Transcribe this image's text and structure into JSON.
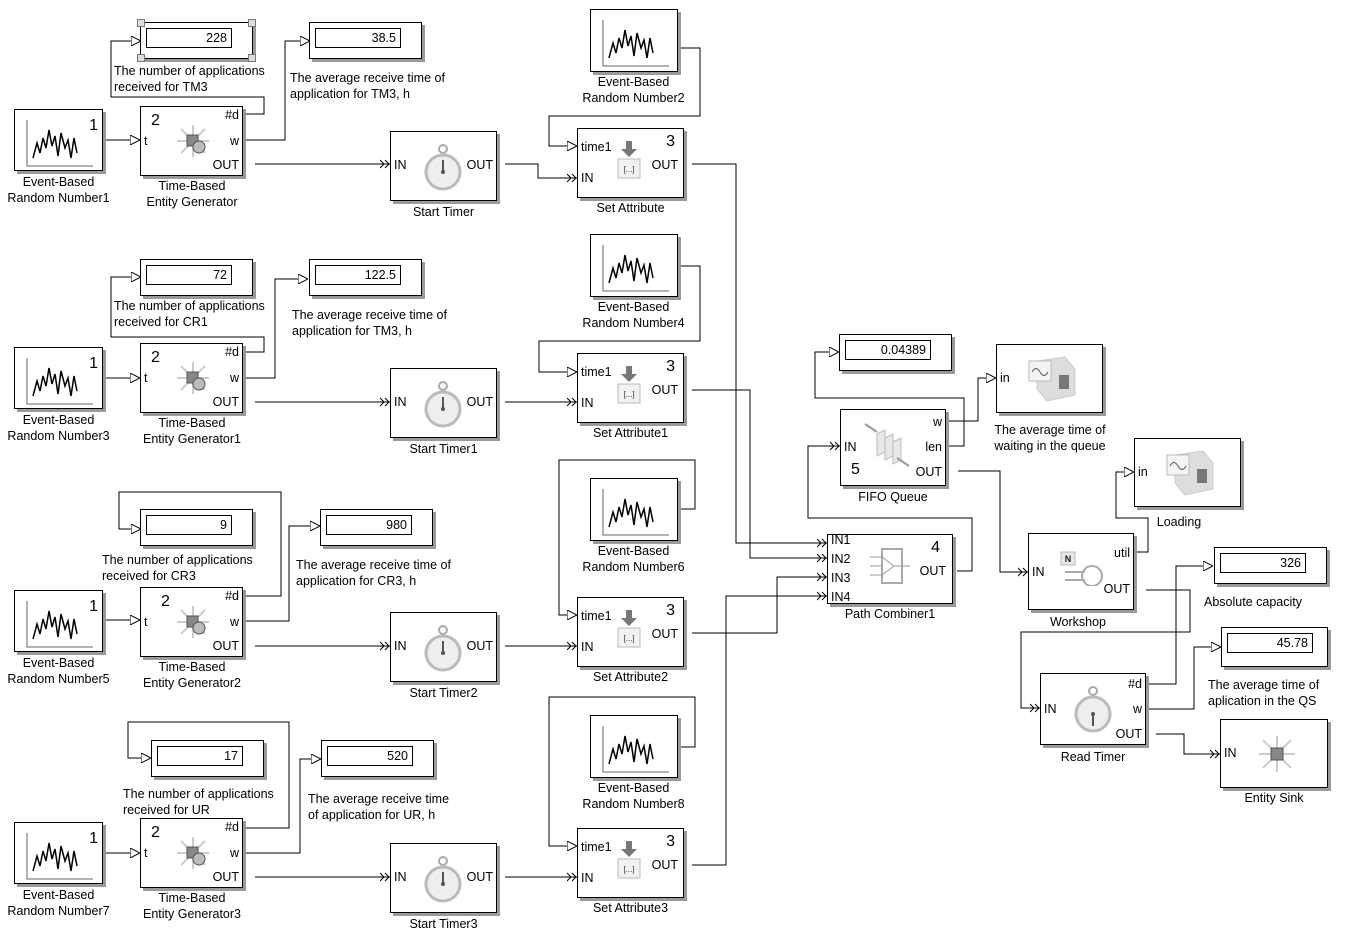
{
  "random_sources": [
    {
      "name": "Event-Based\nRandom Number1",
      "line1": "Event-Based",
      "line2": "Random Number1",
      "port_num": "1"
    },
    {
      "line1": "Event-Based",
      "line2": "Random Number3",
      "port_num": "1"
    },
    {
      "line1": "Event-Based",
      "line2": "Random Number5",
      "port_num": "1"
    },
    {
      "line1": "Event-Based",
      "line2": "Random Number7",
      "port_num": "1"
    },
    {
      "line1": "Event-Based",
      "line2": "Random Number2"
    },
    {
      "line1": "Event-Based",
      "line2": "Random Number4"
    },
    {
      "line1": "Event-Based",
      "line2": "Random Number6"
    },
    {
      "line1": "Event-Based",
      "line2": "Random Number8"
    }
  ],
  "generators": [
    {
      "line1": "Time-Based",
      "line2": "Entity Generator",
      "num": "2",
      "port_t": "t",
      "port_d": "#d",
      "port_w": "w",
      "port_out": "OUT"
    },
    {
      "line1": "Time-Based",
      "line2": "Entity Generator1",
      "num": "2",
      "port_t": "t",
      "port_d": "#d",
      "port_w": "w",
      "port_out": "OUT"
    },
    {
      "line1": "Time-Based",
      "line2": "Entity Generator2",
      "num": "2",
      "port_t": "t",
      "port_d": "#d",
      "port_w": "w",
      "port_out": "OUT"
    },
    {
      "line1": "Time-Based",
      "line2": "Entity Generator3",
      "num": "2",
      "port_t": "t",
      "port_d": "#d",
      "port_w": "w",
      "port_out": "OUT"
    }
  ],
  "count_displays": [
    {
      "value": "228",
      "line1": "The number of applications",
      "line2": "received for TM3"
    },
    {
      "value": "72",
      "line1": "The number of applications",
      "line2": "received for CR1"
    },
    {
      "value": "9",
      "line1": "The number of applications",
      "line2": "received for CR3"
    },
    {
      "value": "17",
      "line1": "The number of applications",
      "line2": "received for UR"
    }
  ],
  "time_displays": [
    {
      "value": "38.5",
      "line1": "The average receive time of",
      "line2": "application for TM3, h"
    },
    {
      "value": "122.5",
      "line1": "The average receive time of",
      "line2": "application for TM3, h"
    },
    {
      "value": "980",
      "line1": "The average receive time of",
      "line2": "application for CR3, h"
    },
    {
      "value": "520",
      "line1": "The average receive time",
      "line2": "of application for UR, h"
    }
  ],
  "start_timers": [
    {
      "label": "Start Timer",
      "port_in": "IN",
      "port_out": "OUT"
    },
    {
      "label": "Start Timer1",
      "port_in": "IN",
      "port_out": "OUT"
    },
    {
      "label": "Start Timer2",
      "port_in": "IN",
      "port_out": "OUT"
    },
    {
      "label": "Start Timer3",
      "port_in": "IN",
      "port_out": "OUT"
    }
  ],
  "set_attributes": [
    {
      "label": "Set Attribute",
      "num": "3",
      "port_time": "time1",
      "port_in": "IN",
      "port_out": "OUT"
    },
    {
      "label": "Set Attribute1",
      "num": "3",
      "port_time": "time1",
      "port_in": "IN",
      "port_out": "OUT"
    },
    {
      "label": "Set Attribute2",
      "num": "3",
      "port_time": "time1",
      "port_in": "IN",
      "port_out": "OUT"
    },
    {
      "label": "Set Attribute3",
      "num": "3",
      "port_time": "time1",
      "port_in": "IN",
      "port_out": "OUT"
    }
  ],
  "path_combiner": {
    "label": "Path Combiner1",
    "num": "4",
    "ports_in": [
      "IN1",
      "IN2",
      "IN3",
      "IN4"
    ],
    "port_out": "OUT"
  },
  "fifo_queue": {
    "label": "FIFO Queue",
    "num": "5",
    "port_in": "IN",
    "port_w": "w",
    "port_len": "len",
    "port_out": "OUT"
  },
  "queue_len_display": {
    "value": "0.04389"
  },
  "queue_scope": {
    "port_in": "in",
    "line1": "The average time of",
    "line2": "waiting in the queue"
  },
  "loading_scope": {
    "port_in": "in",
    "label": "Loading"
  },
  "workshop": {
    "label": "Workshop",
    "port_in": "IN",
    "port_util": "util",
    "port_out": "OUT"
  },
  "capacity_display": {
    "value": "326",
    "label": "Absolute capacity"
  },
  "read_timer": {
    "label": "Read Timer",
    "port_in": "IN",
    "port_d": "#d",
    "port_w": "w",
    "port_out": "OUT"
  },
  "qs_time_display": {
    "value": "45.78",
    "line1": "The average time of",
    "line2": "aplication in the QS"
  },
  "entity_sink": {
    "label": "Entity Sink",
    "port_in": "IN"
  }
}
